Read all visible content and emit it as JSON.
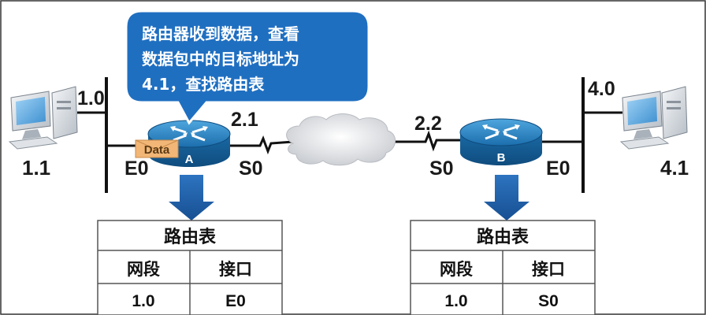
{
  "callout": {
    "line1": "路由器收到数据，查看",
    "line2": "数据包中的目标地址为",
    "line3": "4.1，查找路由表"
  },
  "left_network": {
    "label": "1.0",
    "host": "1.1",
    "interface": "E0"
  },
  "right_network": {
    "label": "4.0",
    "host": "4.1",
    "interface": "E0"
  },
  "router_a": {
    "name": "A",
    "serial": "S0",
    "serial_ip": "2.1",
    "packet": "Data"
  },
  "router_b": {
    "name": "B",
    "serial": "S0",
    "serial_ip": "2.2"
  },
  "table_a": {
    "title": "路由表",
    "columns": [
      "网段",
      "接口"
    ],
    "rows": [
      [
        "1.0",
        "E0"
      ]
    ]
  },
  "table_b": {
    "title": "路由表",
    "columns": [
      "网段",
      "接口"
    ],
    "rows": [
      [
        "1.0",
        "S0"
      ]
    ]
  },
  "colors": {
    "callout": "#1f6fc1",
    "router": "#1b76b8",
    "arrow": "#1f5fa8",
    "packet": "#f2b777"
  }
}
